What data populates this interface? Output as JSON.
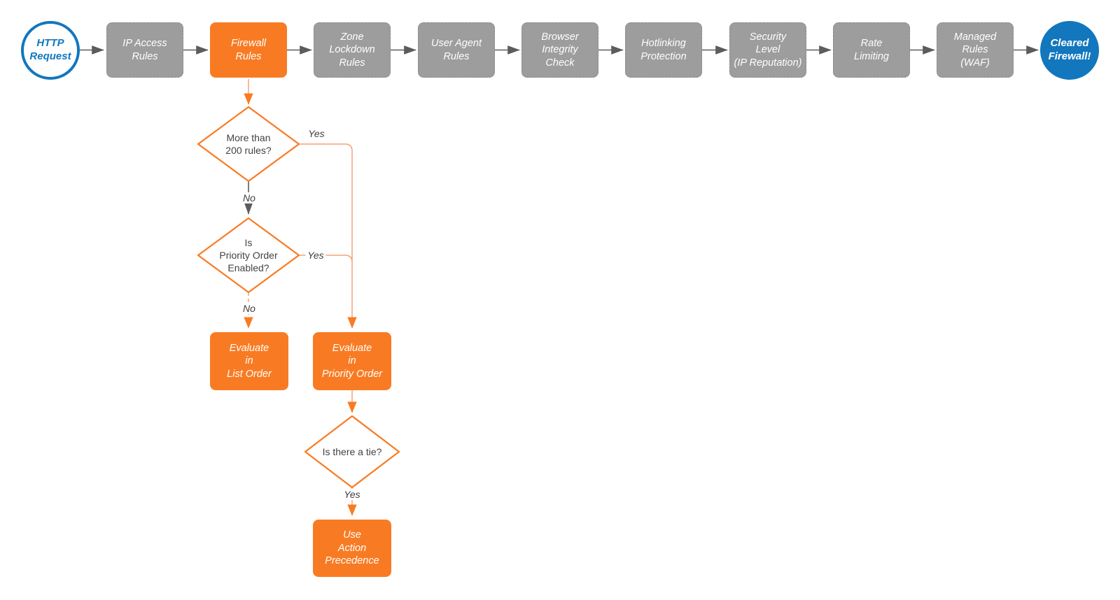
{
  "flow": {
    "start": {
      "label": "HTTP\nRequest"
    },
    "stages": [
      {
        "label": "IP Access\nRules",
        "highlighted": false
      },
      {
        "label": "Firewall\nRules",
        "highlighted": true
      },
      {
        "label": "Zone\nLockdown\nRules",
        "highlighted": false
      },
      {
        "label": "User Agent\nRules",
        "highlighted": false
      },
      {
        "label": "Browser\nIntegrity\nCheck",
        "highlighted": false
      },
      {
        "label": "Hotlinking\nProtection",
        "highlighted": false
      },
      {
        "label": "Security\nLevel\n(IP Reputation)",
        "highlighted": false
      },
      {
        "label": "Rate\nLimiting",
        "highlighted": false
      },
      {
        "label": "Managed\nRules\n(WAF)",
        "highlighted": false
      }
    ],
    "end": {
      "label": "Cleared\nFirewall!"
    },
    "decisions": [
      {
        "question": "More than\n200 rules?",
        "yes_label": "Yes",
        "no_label": "No"
      },
      {
        "question": "Is\nPriority Order\nEnabled?",
        "yes_label": "Yes",
        "no_label": "No"
      },
      {
        "question": "Is there a tie?",
        "yes_label": "Yes"
      }
    ],
    "actions": [
      {
        "label": "Evaluate\nin\nList Order"
      },
      {
        "label": "Evaluate\nin\nPriority Order"
      },
      {
        "label": "Use\nAction\nPrecedence"
      }
    ],
    "colors": {
      "orange": "#F87B23",
      "salmon": "#F6A278",
      "gray_box": "#9D9D9D",
      "gray_line": "#5C5C5C",
      "blue": "#1277BD",
      "text_dark": "#424242"
    }
  }
}
